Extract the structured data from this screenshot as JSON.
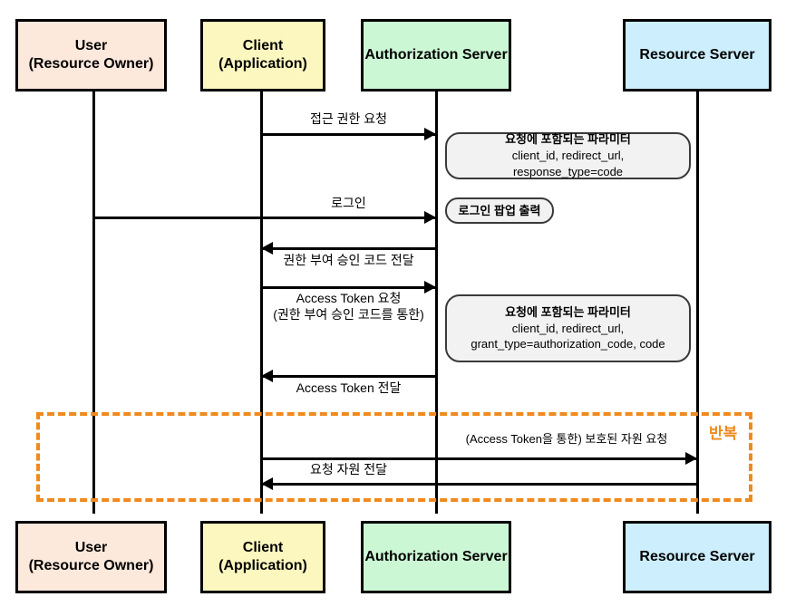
{
  "diagram": {
    "title": "OAuth 2.0 Authorization Code Grant Sequence Diagram",
    "colors": {
      "user": "#fde8dc",
      "client": "#fbf7bf",
      "authorization_server": "#ccf7d5",
      "resource_server": "#cdeefd",
      "note_fill": "#f2f2f2",
      "note_border": "#3a3a3a",
      "repeat_border": "#f08a1d",
      "repeat_label": "#f08a1d",
      "line": "#000000"
    },
    "participants": [
      {
        "id": "user",
        "line1": "User",
        "line2": "(Resource Owner)"
      },
      {
        "id": "client",
        "line1": "Client",
        "line2": "(Application)"
      },
      {
        "id": "auth",
        "line1": "Authorization Server",
        "line2": ""
      },
      {
        "id": "resource",
        "line1": "Resource Server",
        "line2": ""
      }
    ],
    "messages": [
      {
        "id": "m1",
        "label_line1": "접근 권한 요청",
        "label_line2": "",
        "from": "client",
        "to": "auth",
        "direction": "right"
      },
      {
        "id": "m2",
        "label_line1": "로그인",
        "label_line2": "",
        "from": "user",
        "to": "auth",
        "direction": "right"
      },
      {
        "id": "m3",
        "label_line1": "권한 부여 승인 코드 전달",
        "label_line2": "",
        "from": "auth",
        "to": "client",
        "direction": "left"
      },
      {
        "id": "m4",
        "label_line1": "Access Token 요청",
        "label_line2": "(권한 부여 승인 코드를 통한)",
        "from": "client",
        "to": "auth",
        "direction": "right"
      },
      {
        "id": "m5",
        "label_line1": "Access Token 전달",
        "label_line2": "",
        "from": "auth",
        "to": "client",
        "direction": "left"
      },
      {
        "id": "m6",
        "label_line1": "(Access Token을 통한) 보호된 자원 요청",
        "label_line2": "",
        "from": "client",
        "to": "resource",
        "direction": "right"
      },
      {
        "id": "m7",
        "label_line1": "요청 자원 전달",
        "label_line2": "",
        "from": "resource",
        "to": "client",
        "direction": "left"
      }
    ],
    "notes": [
      {
        "id": "note1",
        "title": "요청에 포함되는 파라미터",
        "lines": [
          "client_id, redirect_url, response_type=code"
        ]
      },
      {
        "id": "note2",
        "title": "로그인 팝업 출력",
        "lines": []
      },
      {
        "id": "note3",
        "title": "요청에 포함되는 파라미터",
        "lines": [
          "client_id, redirect_url,",
          "grant_type=authorization_code, code"
        ]
      }
    ],
    "repeat_frame": {
      "label": "반복"
    }
  }
}
